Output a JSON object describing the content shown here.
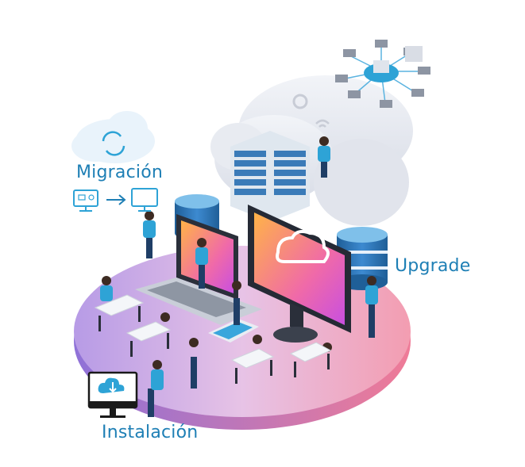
{
  "labels": {
    "migration": "Migración",
    "upgrade": "Upgrade",
    "installation": "Instalación"
  },
  "colors": {
    "label_text": "#1e7fb5",
    "platform_pink": "#f3b6c8",
    "platform_violet": "#b79be6",
    "accent_blue": "#2ea3d6",
    "monitor_gradient_start": "#ffb347",
    "monitor_gradient_end": "#d64fd0",
    "database_blue": "#2b6ea8"
  },
  "icons": [
    "cloud-sync-icon",
    "folder-monitor-icon",
    "arrow-right-icon",
    "monitor-icon",
    "network-hub-icon",
    "cloud-download-monitor-icon",
    "gear-icon",
    "wifi-icon"
  ]
}
